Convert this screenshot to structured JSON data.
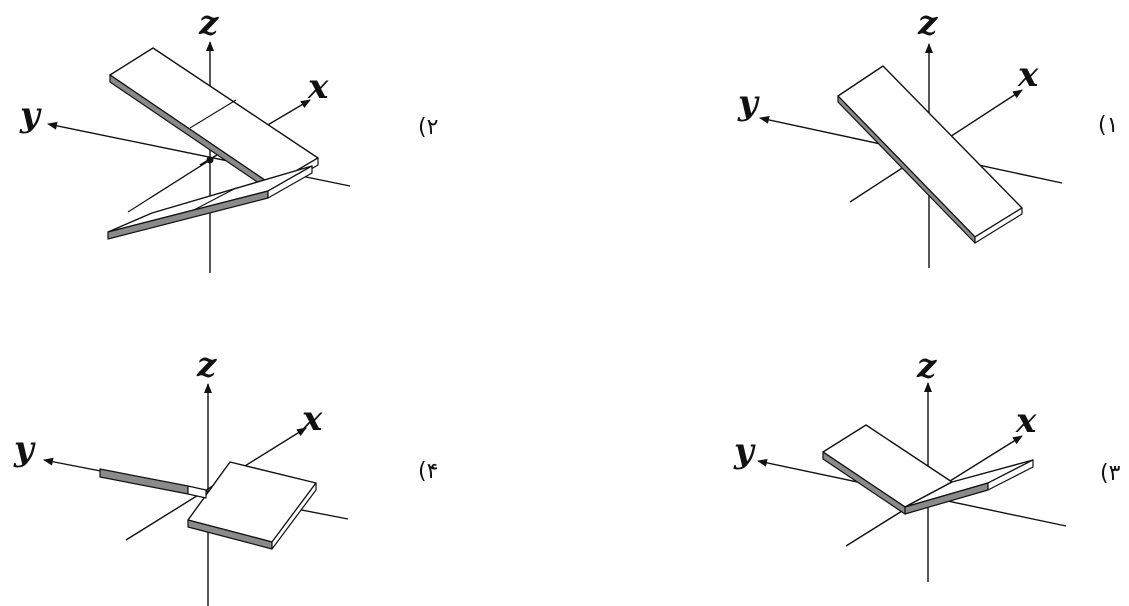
{
  "axis_labels": {
    "x": "x",
    "y": "y",
    "z": "z"
  },
  "options": [
    {
      "label": "(۱"
    },
    {
      "label": "(۲"
    },
    {
      "label": "(۳"
    },
    {
      "label": "(۴"
    }
  ]
}
